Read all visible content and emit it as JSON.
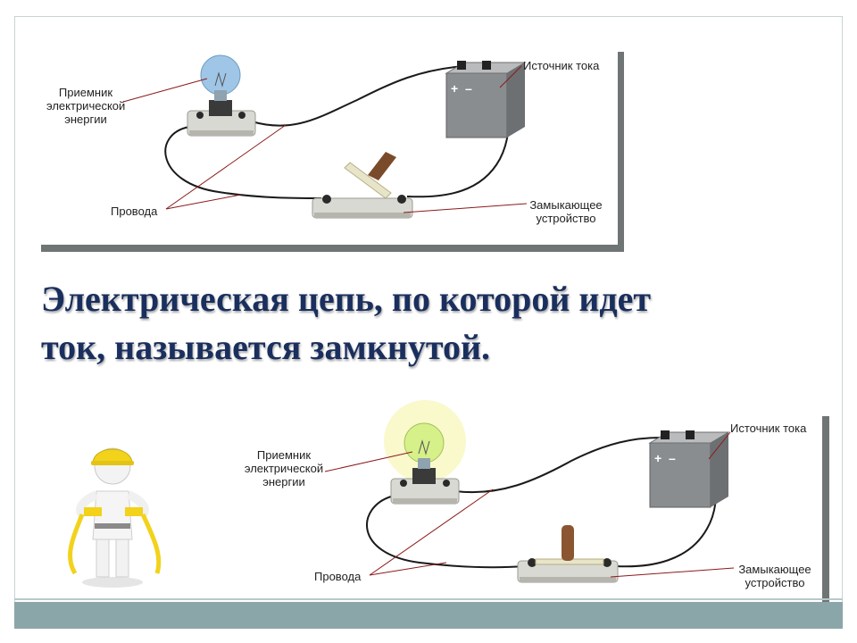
{
  "diagrams": [
    {
      "state": "open",
      "labels": {
        "receiver": [
          "Приемник",
          "электрической",
          "энергии"
        ],
        "source": "Источник тока",
        "wires": "Провода",
        "switch": [
          "Замыкающее",
          "устройство"
        ]
      }
    },
    {
      "state": "closed",
      "labels": {
        "receiver": [
          "Приемник",
          "электрической",
          "энергии"
        ],
        "source": "Источник тока",
        "wires": "Провода",
        "switch": [
          "Замыкающее",
          "устройство"
        ]
      }
    }
  ],
  "headline": {
    "line1": "Электрическая цепь, по которой идет",
    "line2": "ток, называется замкнутой."
  },
  "colors": {
    "headline": "#1a2f5e",
    "panel_shadow": "#6f7474",
    "footer_bar": "#8ba6a8",
    "bulb_off": "#9fc6e6",
    "bulb_on": "#d6f08a",
    "worker_helmet": "#f2d21b"
  }
}
